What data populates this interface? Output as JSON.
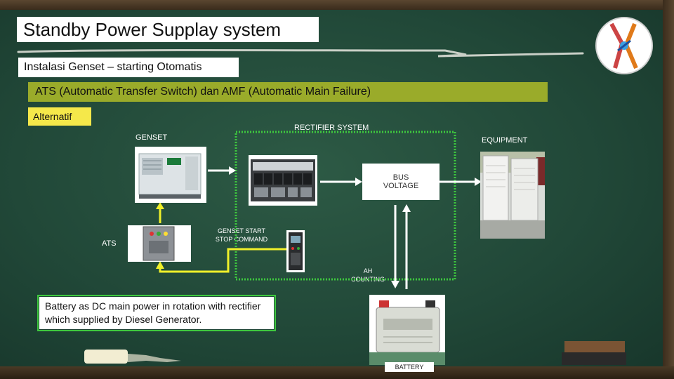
{
  "slide": {
    "title": "Standby Power Supplay system",
    "subtitle": "Instalasi Genset – starting Otomatis",
    "banner": "ATS (Automatic Transfer Switch) dan AMF (Automatic Main Failure)",
    "alt_tag": "Alternatif"
  },
  "diagram": {
    "genset_label": "GENSET",
    "rectifier_label": "RECTIFIER SYSTEM",
    "equipment_label": "EQUIPMENT",
    "bus_voltage_line1": "BUS",
    "bus_voltage_line2": "VOLTAGE",
    "ats_label": "ATS",
    "genset_command_line1": "GENSET START",
    "genset_command_line2": "STOP COMMAND",
    "ah_counting_line1": "AH",
    "ah_counting_line2": "COUNTING",
    "battery_label": "BATTERY",
    "note": "Battery as DC main power in rotation with rectifier which supplied by Diesel Generator."
  },
  "colors": {
    "board": "#214838",
    "banner": "#9aab2a",
    "alt_tag": "#f5e84a",
    "rectifier_border": "#3ec83e",
    "arrow_white": "#ffffff",
    "wire_yellow": "#f0f02a",
    "note_border": "#3ec83e"
  },
  "icons": [
    "genset-photo",
    "rectifier-photo",
    "equipment-photo",
    "ats-panel-photo",
    "controller-photo",
    "battery-photo",
    "logo-emblem",
    "chalk-piece",
    "eraser"
  ]
}
